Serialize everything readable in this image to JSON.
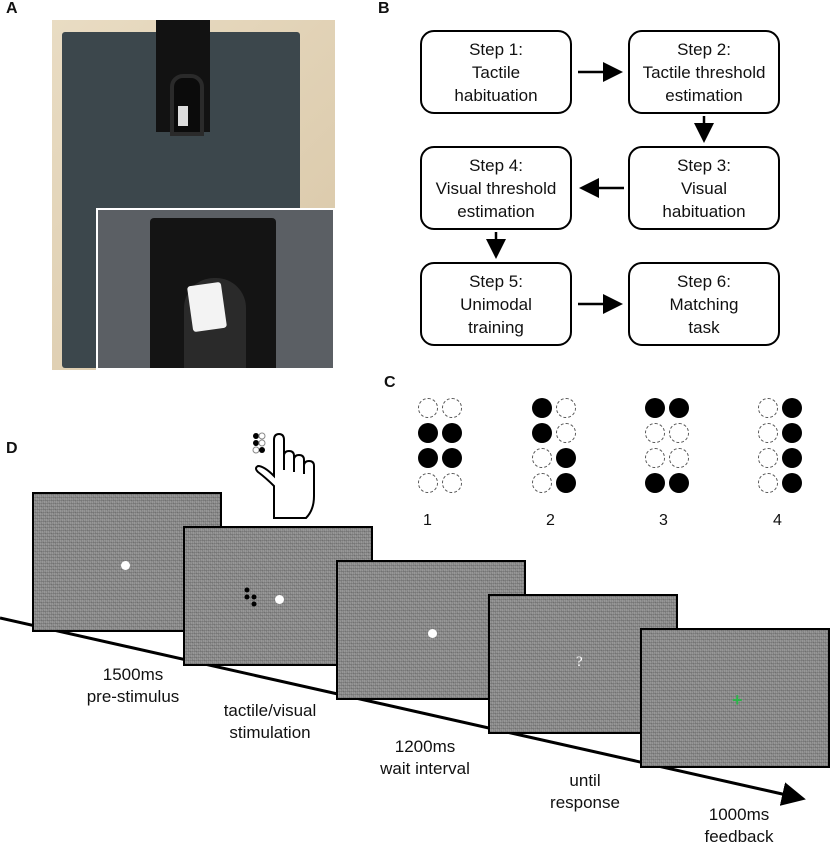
{
  "panels": {
    "a": "A",
    "b": "B",
    "c": "C",
    "d": "D"
  },
  "flow": {
    "steps": [
      {
        "line1": "Step 1:",
        "line2": "Tactile",
        "line3": "habituation"
      },
      {
        "line1": "Step 2:",
        "line2": "Tactile threshold",
        "line3": "estimation"
      },
      {
        "line1": "Step 3:",
        "line2": "Visual",
        "line3": "habituation"
      },
      {
        "line1": "Step 4:",
        "line2": "Visual threshold",
        "line3": "estimation"
      },
      {
        "line1": "Step 5:",
        "line2": "Unimodal",
        "line3": "training"
      },
      {
        "line1": "Step 6:",
        "line2": "Matching",
        "line3": "task"
      }
    ]
  },
  "braille": {
    "labels": [
      "1",
      "2",
      "3",
      "4"
    ]
  },
  "timeline": {
    "stages": [
      {
        "line1": "1500ms",
        "line2": "pre-stimulus"
      },
      {
        "line1": "tactile/visual",
        "line2": "stimulation"
      },
      {
        "line1": "1200ms",
        "line2": "wait interval"
      },
      {
        "line1": "until",
        "line2": "response"
      },
      {
        "line1": "1000ms",
        "line2": "feedback"
      }
    ],
    "question_mark": "?",
    "feedback_symbol": "+",
    "feedback_color": "#2db34a"
  }
}
